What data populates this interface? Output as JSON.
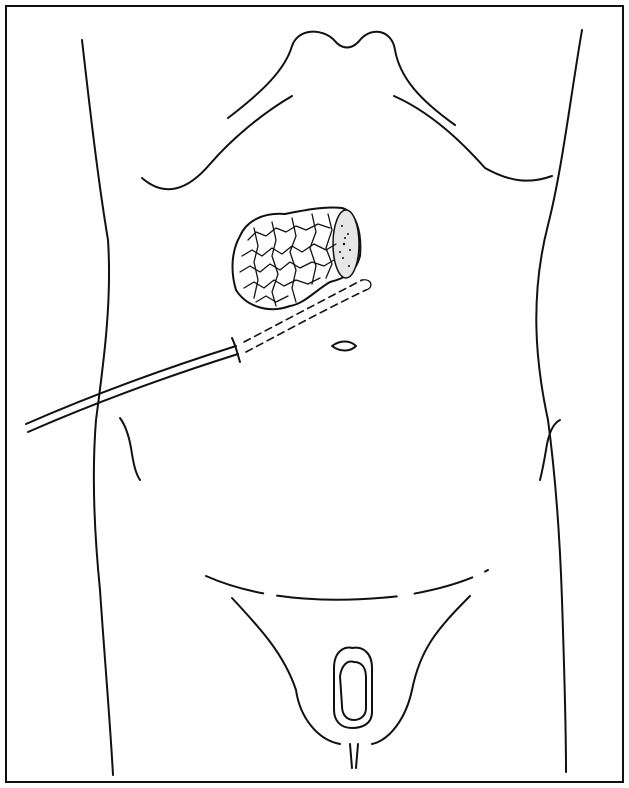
{
  "figure": {
    "subject": "anterior-abdominal-wall-illustration",
    "colors": {
      "ink": "#111111",
      "background": "#ffffff"
    },
    "elements": [
      "frame-border",
      "body-outline",
      "neck-and-shoulders",
      "costal-margin",
      "organ-graft",
      "drain-tube",
      "umbilicus",
      "iliac-crest-markers",
      "inguinal-line",
      "genitalia"
    ]
  }
}
